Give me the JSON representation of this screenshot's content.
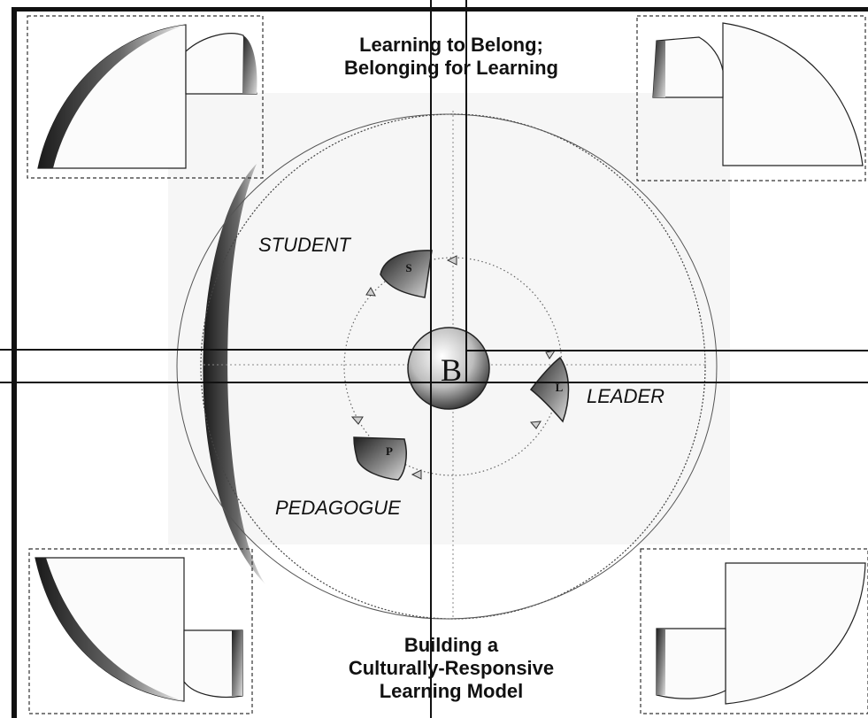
{
  "title_top": {
    "line1": "Learning to Belong;",
    "line2": "Belonging for Learning"
  },
  "title_bottom": {
    "line1": "Building a",
    "line2": "Culturally-Responsive",
    "line3": "Learning Model"
  },
  "roles": {
    "student": "STUDENT",
    "leader": "LEADER",
    "pedagogue": "PEDAGOGUE"
  },
  "letters": {
    "center": "B",
    "student": "S",
    "leader": "L",
    "pedagogue": "P"
  },
  "colors": {
    "ink": "#111111",
    "paper_tint": "#f4f4f4",
    "shade": "#2a2a2a"
  }
}
